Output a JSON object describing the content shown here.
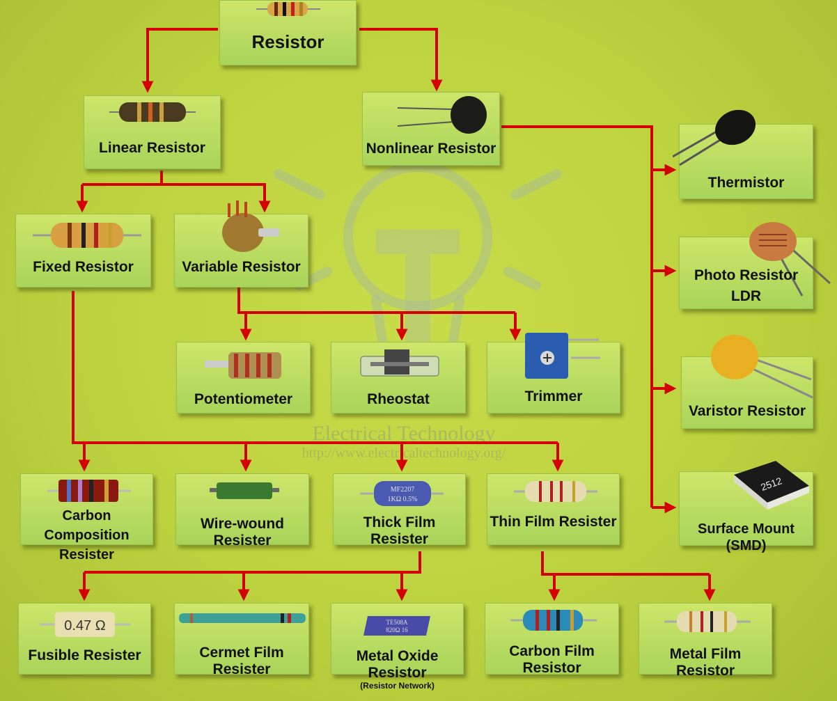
{
  "colors": {
    "background": "#bdd23f",
    "box": "#b8dc60",
    "wire": "#d40000",
    "text": "#111111"
  },
  "watermark": {
    "title": "Electrical Technology",
    "url": "http://www.electricaltechnology.org/"
  },
  "nodes": {
    "resistor": "Resistor",
    "linear": "Linear Resistor",
    "nonlinear": "Nonlinear Resistor",
    "fixed": "Fixed Resistor",
    "variable": "Variable Resistor",
    "potentiometer": "Potentiometer",
    "rheostat": "Rheostat",
    "trimmer": "Trimmer",
    "carbon_composition": [
      "Carbon Composition",
      "Resister"
    ],
    "wire_wound": "Wire-wound Resister",
    "thick_film": "Thick Film Resister",
    "thin_film": "Thin Film Resister",
    "fusible": "Fusible Resister",
    "cermet_film": "Cermet Film Resister",
    "metal_oxide": "Metal Oxide Resistor",
    "metal_oxide_sub": "(Resistor Network)",
    "carbon_film": "Carbon Film Resistor",
    "metal_film": "Metal Film Resistor",
    "thermistor": "Thermistor",
    "photo_resistor": [
      "Photo Resistor",
      "LDR"
    ],
    "varistor": "Varistor Resistor",
    "smd": "Surface Mount (SMD)"
  },
  "component_markings": {
    "fusible": "0.47 Ω",
    "smd": "2512",
    "thick_film": [
      "MF2207",
      "1KΩ 0.5%"
    ],
    "metal_oxide": [
      "TE508A",
      "820Ω 16"
    ]
  }
}
